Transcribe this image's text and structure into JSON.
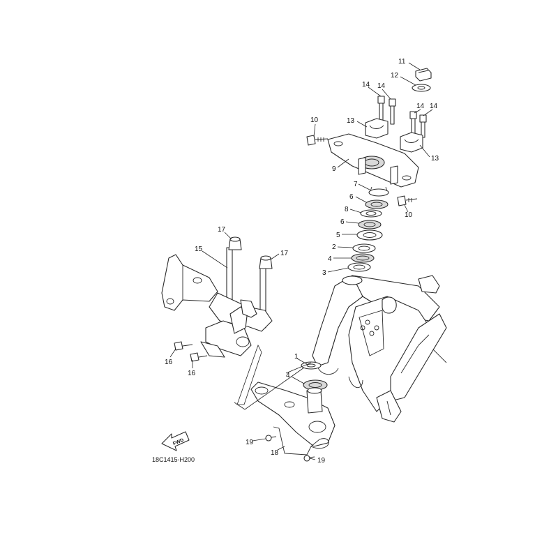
{
  "diagram": {
    "drawing_code": "18C1415-H200",
    "fwd_label": "FWD",
    "callouts": [
      {
        "id": "c11",
        "label": "11"
      },
      {
        "id": "c12",
        "label": "12"
      },
      {
        "id": "c14a",
        "label": "14"
      },
      {
        "id": "c14b",
        "label": "14"
      },
      {
        "id": "c14c",
        "label": "14"
      },
      {
        "id": "c14d",
        "label": "14"
      },
      {
        "id": "c13a",
        "label": "13"
      },
      {
        "id": "c13b",
        "label": "13"
      },
      {
        "id": "c10a",
        "label": "10"
      },
      {
        "id": "c10b",
        "label": "10"
      },
      {
        "id": "c9",
        "label": "9"
      },
      {
        "id": "c7",
        "label": "7"
      },
      {
        "id": "c6a",
        "label": "6"
      },
      {
        "id": "c8",
        "label": "8"
      },
      {
        "id": "c6b",
        "label": "6"
      },
      {
        "id": "c5",
        "label": "5"
      },
      {
        "id": "c2",
        "label": "2"
      },
      {
        "id": "c4a",
        "label": "4"
      },
      {
        "id": "c3",
        "label": "3"
      },
      {
        "id": "c17a",
        "label": "17"
      },
      {
        "id": "c17b",
        "label": "17"
      },
      {
        "id": "c15",
        "label": "15"
      },
      {
        "id": "c16a",
        "label": "16"
      },
      {
        "id": "c16b",
        "label": "16"
      },
      {
        "id": "c1",
        "label": "1"
      },
      {
        "id": "c4b",
        "label": "4"
      },
      {
        "id": "c19a",
        "label": "19"
      },
      {
        "id": "c18",
        "label": "18"
      },
      {
        "id": "c19b",
        "label": "19"
      }
    ]
  }
}
